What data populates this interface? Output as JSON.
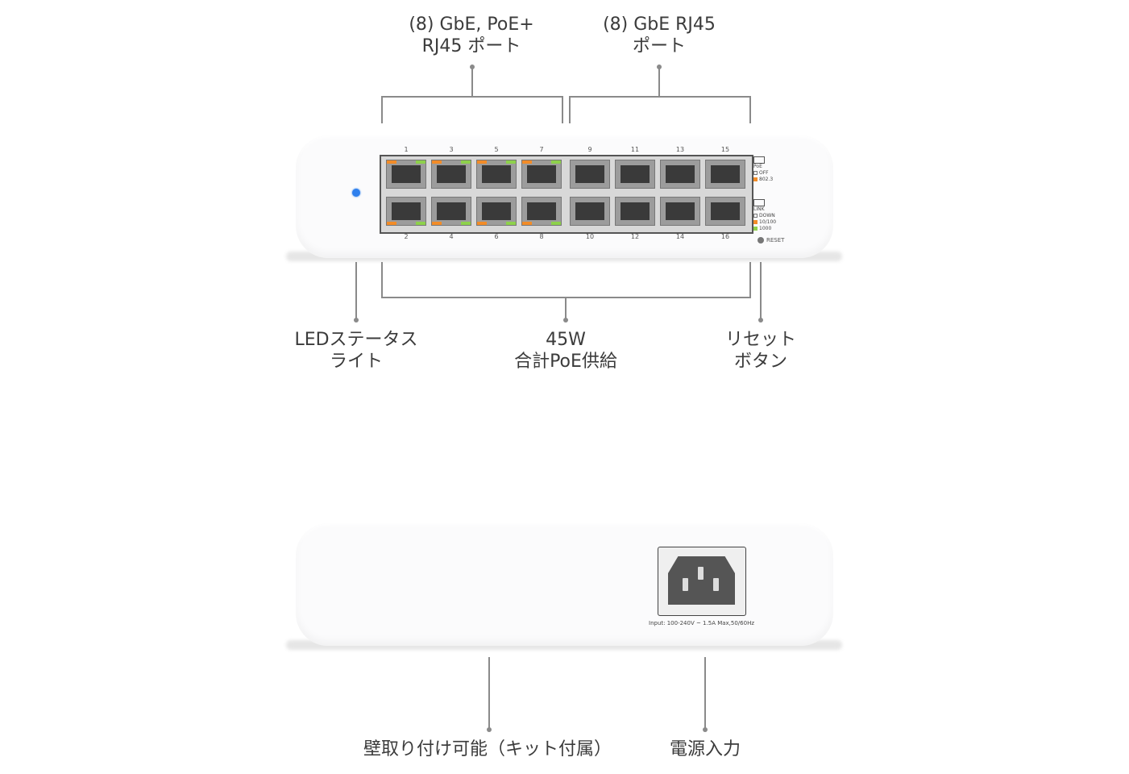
{
  "callouts": {
    "poe_ports": [
      "(8) GbE, PoE+",
      "RJ45 ポート"
    ],
    "rj45_ports": [
      "(8) GbE RJ45",
      "ポート"
    ],
    "led_status": [
      "LEDステータス",
      "ライト"
    ],
    "poe_budget": [
      "45W",
      "合計PoE供給"
    ],
    "reset_button": [
      "リセット",
      "ボタン"
    ],
    "wall_mount": [
      "壁取り付け可能（キット付属）"
    ],
    "power_input": [
      "電源入力"
    ]
  },
  "front_panel": {
    "top_port_numbers": [
      "1",
      "3",
      "5",
      "7",
      "9",
      "11",
      "13",
      "15"
    ],
    "bottom_port_numbers": [
      "2",
      "4",
      "6",
      "8",
      "10",
      "12",
      "14",
      "16"
    ],
    "poe_legend": {
      "title": "PoE",
      "off": "OFF",
      "mode": "802.3"
    },
    "link_legend": {
      "title": "LINK",
      "down": "DOWN",
      "speed_100": "10/100",
      "speed_1000": "1000"
    },
    "reset_label": "RESET"
  },
  "rear_panel": {
    "input_label": "Input: 100-240V ~ 1.5A Max,50/60Hz"
  },
  "colors": {
    "status_led": "#2f80ed",
    "poe_led": "#f28c28",
    "link_led": "#8ed14b",
    "callout_line": "#8a8a8a"
  }
}
